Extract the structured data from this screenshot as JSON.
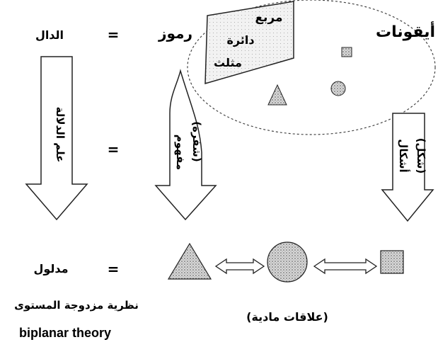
{
  "labels": {
    "signifier": "الدال",
    "symbols": "رموز",
    "icons": "أيقونات",
    "signified": "مدلول",
    "equals_1": "=",
    "equals_2": "=",
    "equals_3": "="
  },
  "inset_box": {
    "line_1": "مربع",
    "line_2": "دائرة",
    "line_3": "مثلث"
  },
  "arrows": {
    "semiology": "علم الدلالة",
    "abstract": "مفهوم",
    "code": "(شفرة)",
    "shapes": "أشكال",
    "form": "(شكل)"
  },
  "captions": {
    "theory_ar": "نظرية مزدوجة المستوى",
    "theory_en": "biplanar theory",
    "material_relations": "(علاقات مادية)"
  }
}
